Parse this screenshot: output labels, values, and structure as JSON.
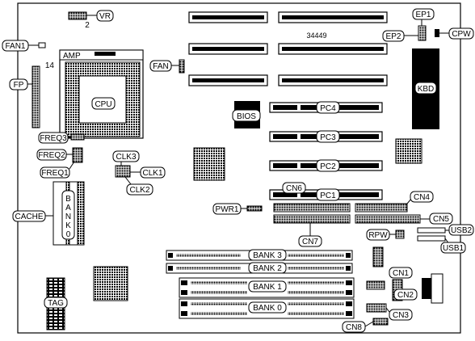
{
  "board_id": "34449",
  "labels": {
    "vr": "VR",
    "vr_index": "2",
    "fan1": "FAN1",
    "amp": "AMP",
    "pin_index": "14",
    "fan": "FAN",
    "fp": "FP",
    "cpu": "CPU",
    "bios": "BIOS",
    "freq3": "FREQ3",
    "freq2": "FREQ2",
    "freq1": "FREQ1",
    "clk3": "CLK3",
    "clk1": "CLK1",
    "clk2": "CLK2",
    "cache": "CACHE",
    "bank0_vertical": [
      "B",
      "A",
      "N",
      "K",
      "0"
    ],
    "tag": "TAG",
    "ep1": "EP1",
    "ep2": "EP2",
    "cpw": "CPW",
    "kbd": "KBD",
    "pc4": "PC4",
    "pc3": "PC3",
    "pc2": "PC2",
    "pc1": "PC1",
    "cn6": "CN6",
    "cn4": "CN4",
    "cn5": "CN5",
    "cn7": "CN7",
    "pwr1": "PWR1",
    "rpw": "RPW",
    "usb2": "USB2",
    "usb1": "USB1",
    "bank3": "BANK 3",
    "bank2": "BANK 2",
    "bank1": "BANK 1",
    "bank0": "BANK 0",
    "cn1": "CN1",
    "cn2": "CN2",
    "cn3": "CN3",
    "cn8": "CN8"
  }
}
